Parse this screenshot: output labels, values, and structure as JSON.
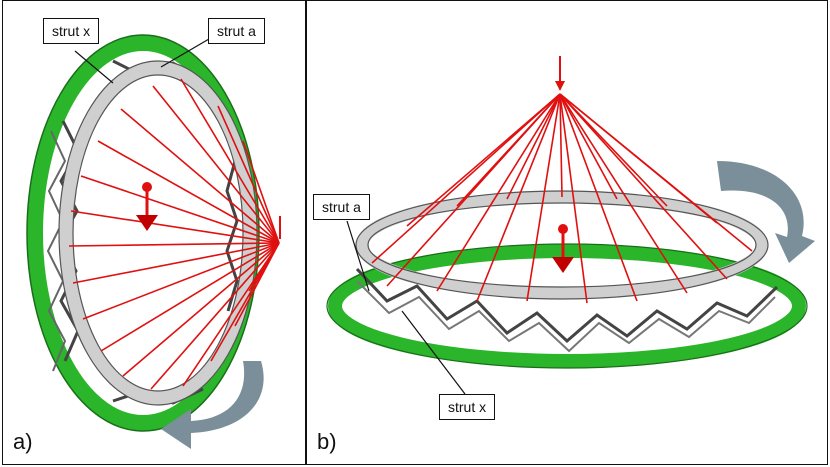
{
  "panels": [
    {
      "letter": "a)",
      "callouts": {
        "strut_x": "strut x",
        "strut_a": "strut a"
      }
    },
    {
      "letter": "b)",
      "callouts": {
        "strut_a": "strut a",
        "strut_x": "strut x"
      }
    }
  ],
  "colors": {
    "ring_green": "#2bb52b",
    "ring_grey": "#d8d8d8",
    "cable_red": "#e01010",
    "rotation_arrow": "#7a8f9a"
  }
}
